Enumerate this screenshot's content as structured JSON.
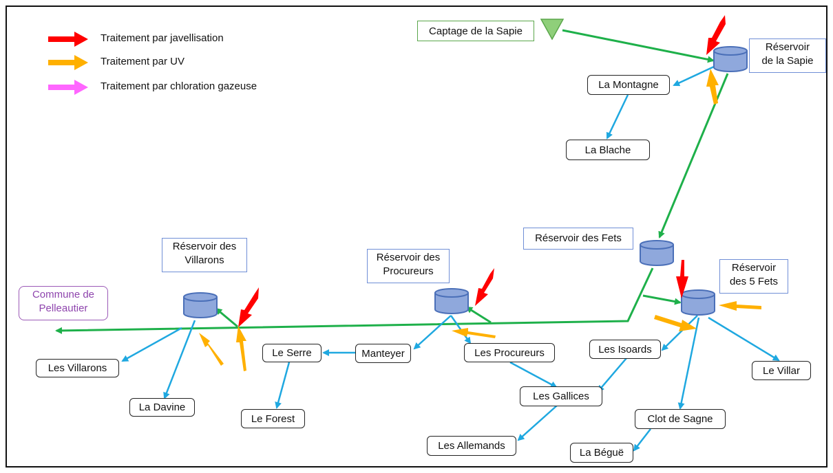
{
  "legend": [
    {
      "label": "Traitement par javellisation",
      "color": "#ff0000"
    },
    {
      "label": "Traitement par UV",
      "color": "#ffb000"
    },
    {
      "label": "Traitement par chloration gazeuse",
      "color": "#ff66ff"
    }
  ],
  "source": {
    "label": "Captage de la Sapie",
    "color": "#70ad47"
  },
  "reservoirs": {
    "sapie": {
      "line1": "Réservoir",
      "line2": "de la Sapie"
    },
    "fets": {
      "line1": "Réservoir des Fets"
    },
    "cinq_fets": {
      "line1": "Réservoir",
      "line2": "des 5 Fets"
    },
    "procureurs": {
      "line1": "Réservoir des",
      "line2": "Procureurs"
    },
    "villarons": {
      "line1": "Réservoir des",
      "line2": "Villarons"
    }
  },
  "commune": {
    "line1": "Commune de",
    "line2": "Pelleautier"
  },
  "nodes": {
    "la_montagne": "La Montagne",
    "la_blache": "La Blache",
    "les_isoards": "Les Isoards",
    "le_villar": "Le Villar",
    "les_gallices": "Les Gallices",
    "clot_de_sagne": "Clot de Sagne",
    "les_allemands": "Les Allemands",
    "la_begue": "La Béguë",
    "les_procureurs": "Les Procureurs",
    "manteyer": "Manteyer",
    "le_serre": "Le Serre",
    "le_forest": "Le Forest",
    "les_villarons": "Les Villarons",
    "la_davine": "La Davine"
  },
  "colors": {
    "main_pipe": "#1eb04a",
    "distribution_pipe": "#1fa8e0",
    "reservoir_fill": "#8fa8dc",
    "reservoir_stroke": "#4a6fb8"
  }
}
